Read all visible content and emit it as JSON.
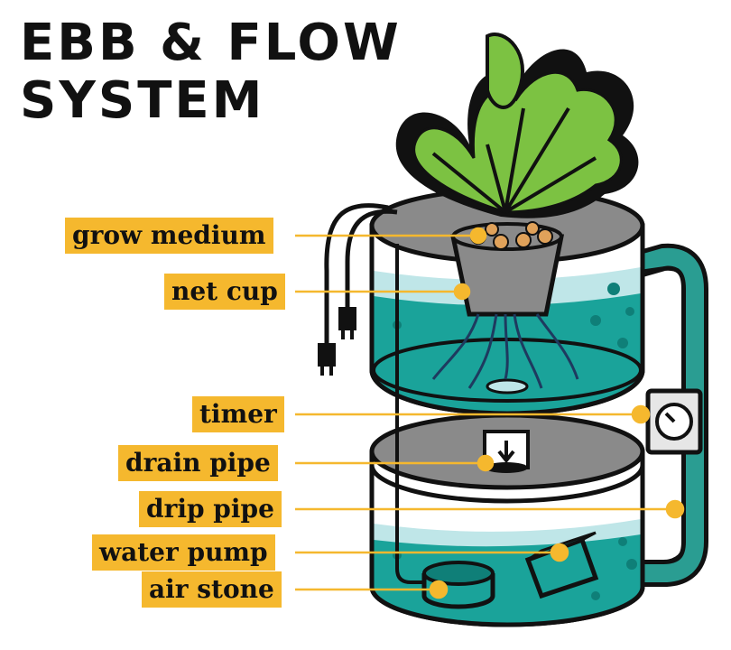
{
  "title": {
    "line1": "EBB & FLOW",
    "line2": "SYSTEM"
  },
  "labels": {
    "grow_medium": "grow medium",
    "net_cup": "net cup",
    "timer": "timer",
    "drain_pipe": "drain pipe",
    "drip_pipe": "drip pipe",
    "water_pump": "water pump",
    "air_stone": "air stone"
  },
  "colors": {
    "label_bg": "#f5b82e",
    "outline": "#111111",
    "water": "#1aa39a",
    "water_light": "#bfe6e8",
    "leaf": "#7cc242",
    "tray": "#8a8a8a",
    "pipe": "#2a9d92"
  }
}
